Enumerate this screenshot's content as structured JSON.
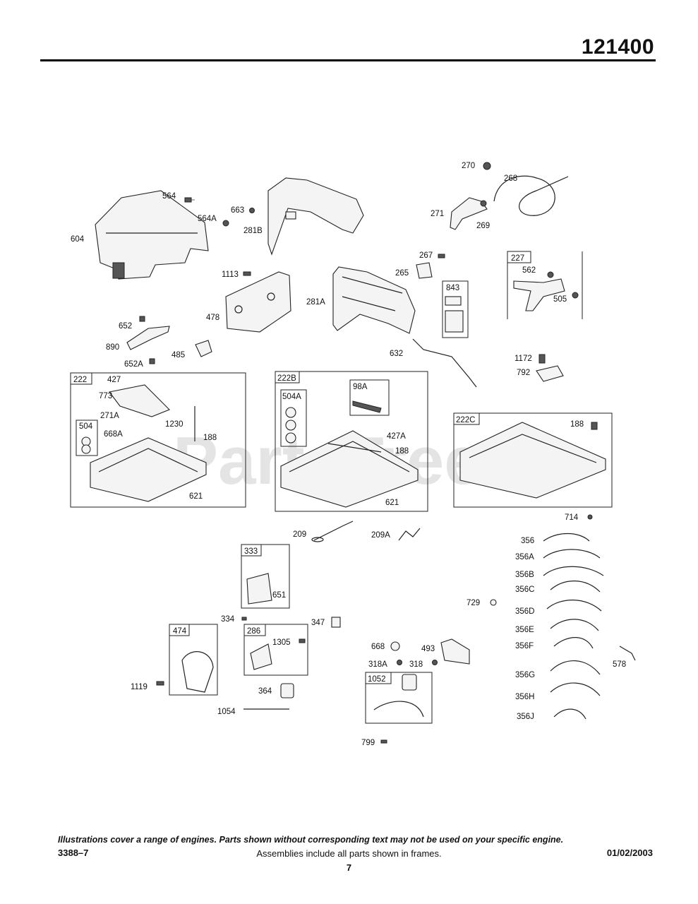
{
  "header": {
    "model": "121400"
  },
  "watermark": "PartsTree",
  "callouts": {
    "c604": "604",
    "c564": "564",
    "c564A": "564A",
    "c663": "663",
    "c281B": "281B",
    "c270": "270",
    "c268": "268",
    "c271": "271",
    "c269": "269",
    "c267": "267",
    "c265": "265",
    "c843": "843",
    "c227": "227",
    "c562": "562",
    "c505": "505",
    "c1113": "1113",
    "c478": "478",
    "c281A": "281A",
    "c652": "652",
    "c890": "890",
    "c652A": "652A",
    "c485": "485",
    "c632": "632",
    "c1172": "1172",
    "c792": "792",
    "c222": "222",
    "c427": "427",
    "c773": "773",
    "c271A": "271A",
    "c504": "504",
    "c668A": "668A",
    "c1230": "1230",
    "c188a": "188",
    "c621a": "621",
    "c222B": "222B",
    "c504A": "504A",
    "c98A": "98A",
    "c427A": "427A",
    "c188b": "188",
    "c621b": "621",
    "c222C": "222C",
    "c188c": "188",
    "c714": "714",
    "c356": "356",
    "c356A": "356A",
    "c356B": "356B",
    "c356C": "356C",
    "c729": "729",
    "c356D": "356D",
    "c356E": "356E",
    "c356F": "356F",
    "c578": "578",
    "c356G": "356G",
    "c356H": "356H",
    "c356J": "356J",
    "c209": "209",
    "c209A": "209A",
    "c333": "333",
    "c651": "651",
    "c334": "334",
    "c347": "347",
    "c474": "474",
    "c286": "286",
    "c1305": "1305",
    "c1119": "1119",
    "c364": "364",
    "c1054": "1054",
    "c668": "668",
    "c493": "493",
    "c318A": "318A",
    "c318": "318",
    "c1052": "1052",
    "c799": "799"
  },
  "footer": {
    "disclaimer": "Illustrations cover a range of engines. Parts shown without corresponding text may not be used on your specific engine.",
    "doc_number": "3388–7",
    "assemblies_note": "Assemblies include all parts shown in frames.",
    "date": "01/02/2003",
    "page_number": "7"
  }
}
